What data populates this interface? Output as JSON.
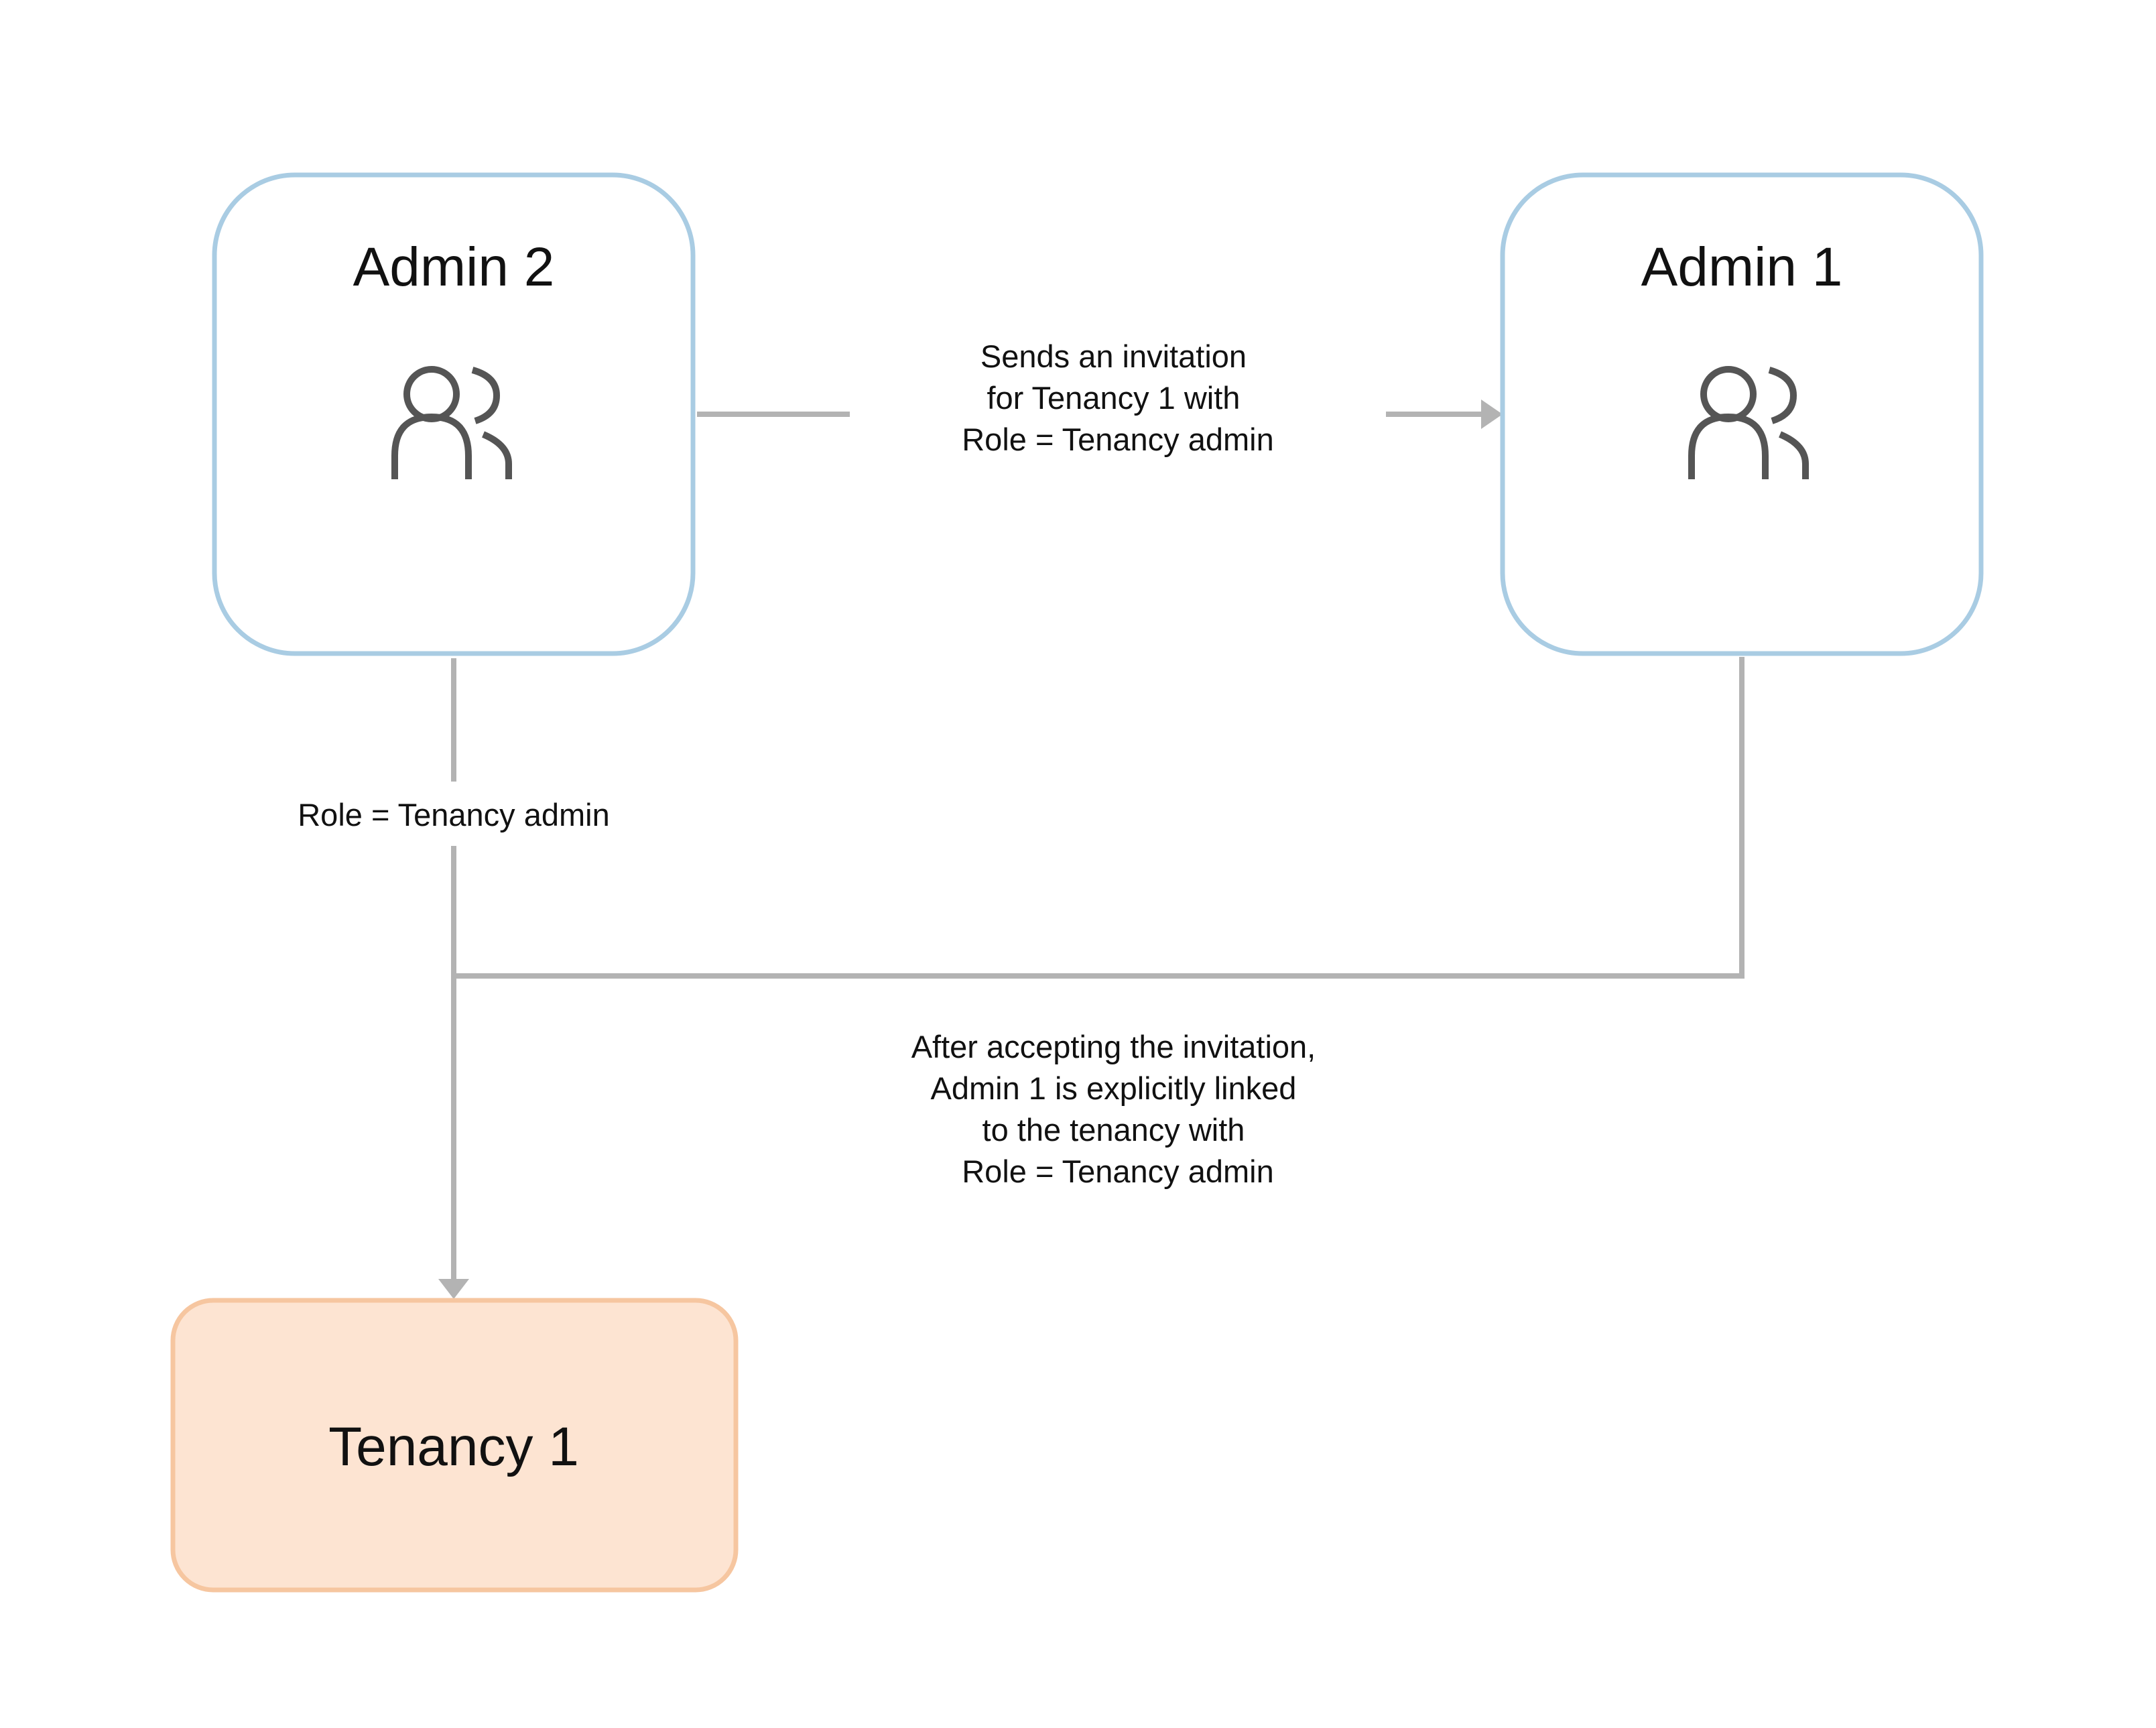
{
  "nodes": {
    "admin2": {
      "title": "Admin 2",
      "icon": "users-icon",
      "border": "#a9cce3",
      "fill": "#ffffff"
    },
    "admin1": {
      "title": "Admin 1",
      "icon": "users-icon",
      "border": "#a9cce3",
      "fill": "#ffffff"
    },
    "tenancy1": {
      "title": "Tenancy 1",
      "border": "#f6c6a0",
      "fill": "#fde4d2"
    }
  },
  "edges": {
    "invite": {
      "lines": [
        "Sends an invitation",
        "for Tenancy 1 with",
        "Role = Tenancy admin"
      ]
    },
    "admin2_role": {
      "lines": [
        "Role = Tenancy admin"
      ]
    },
    "admin1_link": {
      "lines": [
        "After accepting the invitation,",
        "Admin 1 is explicitly linked",
        "to the tenancy with",
        "Role = Tenancy admin"
      ]
    }
  },
  "colors": {
    "connector": "#b3b3b3",
    "icon": "#555555"
  }
}
